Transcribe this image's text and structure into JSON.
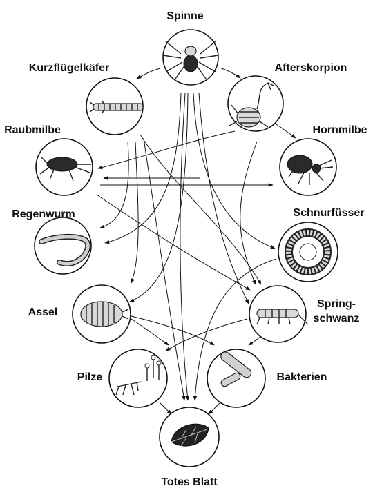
{
  "diagram": {
    "nodes": {
      "spinne": {
        "label": "Spinne",
        "icon": "spider-icon"
      },
      "kurzfluegelkaefer": {
        "label": "Kurzflügelkäfer",
        "icon": "rove-beetle-icon"
      },
      "afterskorpion": {
        "label": "Afterskorpion",
        "icon": "pseudoscorpion-icon"
      },
      "raubmilbe": {
        "label": "Raubmilbe",
        "icon": "predatory-mite-icon"
      },
      "hornmilbe": {
        "label": "Hornmilbe",
        "icon": "oribatid-mite-icon"
      },
      "regenwurm": {
        "label": "Regenwurm",
        "icon": "earthworm-icon"
      },
      "schnurfuesser": {
        "label": "Schnurfüsser",
        "icon": "millipede-icon"
      },
      "assel": {
        "label": "Assel",
        "icon": "woodlouse-icon"
      },
      "springschwanz": {
        "label_line1": "Spring-",
        "label_line2": "schwanz",
        "icon": "springtail-icon"
      },
      "pilze": {
        "label": "Pilze",
        "icon": "fungi-icon"
      },
      "bakterien": {
        "label": "Bakterien",
        "icon": "bacteria-icon"
      },
      "totes_blatt": {
        "label": "Totes Blatt",
        "icon": "dead-leaf-icon"
      }
    },
    "edges": [
      {
        "from": "spinne",
        "to": "kurzfluegelkaefer"
      },
      {
        "from": "spinne",
        "to": "afterskorpion"
      },
      {
        "from": "spinne",
        "to": "regenwurm"
      },
      {
        "from": "spinne",
        "to": "assel"
      },
      {
        "from": "spinne",
        "to": "schnurfuesser"
      },
      {
        "from": "spinne",
        "to": "springschwanz"
      },
      {
        "from": "spinne",
        "to": "totes_blatt"
      },
      {
        "from": "kurzfluegelkaefer",
        "to": "regenwurm"
      },
      {
        "from": "kurzfluegelkaefer",
        "to": "assel"
      },
      {
        "from": "kurzfluegelkaefer",
        "to": "springschwanz"
      },
      {
        "from": "kurzfluegelkaefer",
        "to": "totes_blatt"
      },
      {
        "from": "afterskorpion",
        "to": "raubmilbe"
      },
      {
        "from": "afterskorpion",
        "to": "hornmilbe"
      },
      {
        "from": "afterskorpion",
        "to": "springschwanz"
      },
      {
        "from": "raubmilbe",
        "to": "hornmilbe"
      },
      {
        "from": "raubmilbe",
        "to": "springschwanz"
      },
      {
        "from": "hornmilbe",
        "to": "raubmilbe"
      },
      {
        "from": "schnurfuesser",
        "to": "totes_blatt"
      },
      {
        "from": "assel",
        "to": "pilze"
      },
      {
        "from": "assel",
        "to": "bakterien"
      },
      {
        "from": "springschwanz",
        "to": "pilze"
      },
      {
        "from": "springschwanz",
        "to": "bakterien"
      },
      {
        "from": "pilze",
        "to": "totes_blatt"
      },
      {
        "from": "bakterien",
        "to": "totes_blatt"
      }
    ]
  }
}
